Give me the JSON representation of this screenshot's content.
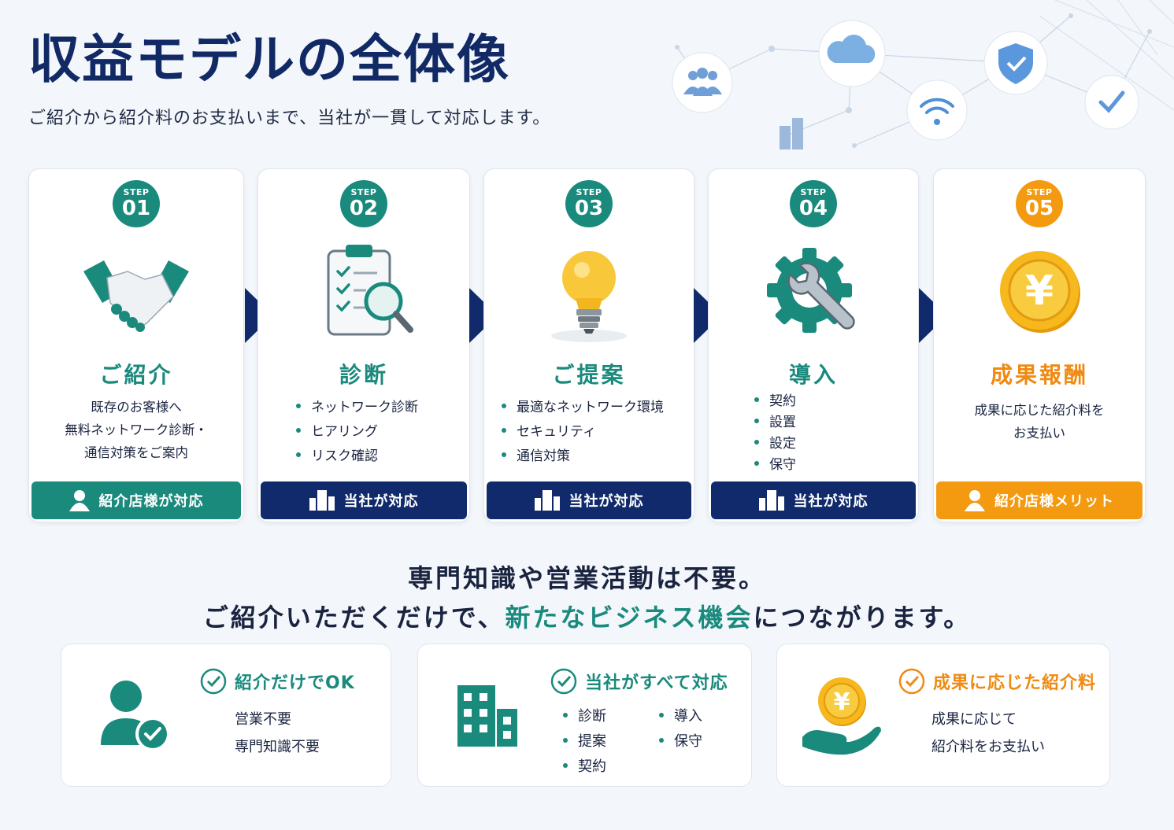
{
  "header": {
    "title": "収益モデルの全体像",
    "subtitle": "ご紹介から紹介料のお支払いまで、当社が一貫して対応します。"
  },
  "steps": [
    {
      "step_label": "STEP",
      "number": "01",
      "title": "ご紹介",
      "description": [
        "既存のお客様へ",
        "無料ネットワーク診断・",
        "通信対策をご案内"
      ],
      "footer": "紹介店様が対応",
      "icon": "handshake-icon"
    },
    {
      "step_label": "STEP",
      "number": "02",
      "title": "診断",
      "items": [
        "ネットワーク診断",
        "ヒアリング",
        "リスク確認"
      ],
      "footer": "当社が対応",
      "icon": "clipboard-magnifier-icon"
    },
    {
      "step_label": "STEP",
      "number": "03",
      "title": "ご提案",
      "items": [
        "最適なネットワーク環境",
        "セキュリティ",
        "通信対策"
      ],
      "footer": "当社が対応",
      "icon": "lightbulb-icon"
    },
    {
      "step_label": "STEP",
      "number": "04",
      "title": "導入",
      "items": [
        "契約",
        "設置",
        "設定",
        "保守"
      ],
      "footer": "当社が対応",
      "icon": "gear-wrench-icon"
    },
    {
      "step_label": "STEP",
      "number": "05",
      "title": "成果報酬",
      "description": [
        "成果に応じた紹介料を",
        "お支払い"
      ],
      "footer": "紹介店様メリット",
      "icon": "yen-coin-icon"
    }
  ],
  "tagline": {
    "line1": "専門知識や営業活動は不要。",
    "line2_before": "ご紹介いただくだけで、",
    "line2_highlight": "新たなビジネス機会",
    "line2_after": "につながります。"
  },
  "benefits": [
    {
      "title": "紹介だけでOK",
      "lines": [
        "営業不要",
        "専門知識不要"
      ],
      "icon": "person-check-icon"
    },
    {
      "title": "当社がすべて対応",
      "items_left": [
        "診断",
        "提案",
        "契約"
      ],
      "items_right": [
        "導入",
        "保守"
      ],
      "icon": "building-icon"
    },
    {
      "title": "成果に応じた紹介料",
      "lines": [
        "成果に応じて",
        "紹介料をお支払い"
      ],
      "icon": "hand-coin-icon"
    }
  ],
  "colors": {
    "teal": "#1a8a7d",
    "navy": "#102a6b",
    "orange": "#f39a11",
    "title_navy": "#112a66"
  }
}
